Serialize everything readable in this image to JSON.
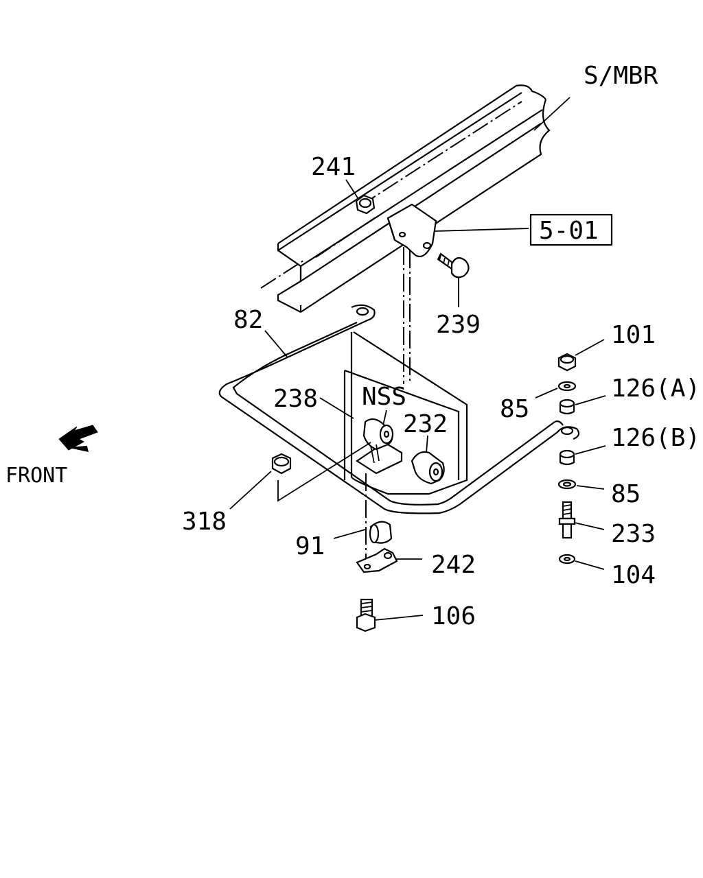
{
  "labels": {
    "smbr": "S/MBR",
    "ref_box": "5-01",
    "front": "FRONT",
    "nss": "NSS",
    "p241": "241",
    "p239": "239",
    "p82": "82",
    "p238": "238",
    "p232": "232",
    "p101": "101",
    "p85a": "85",
    "p126a": "126(A)",
    "p126b": "126(B)",
    "p85b": "85",
    "p233": "233",
    "p104": "104",
    "p318": "318",
    "p91": "91",
    "p242": "242",
    "p106": "106"
  }
}
